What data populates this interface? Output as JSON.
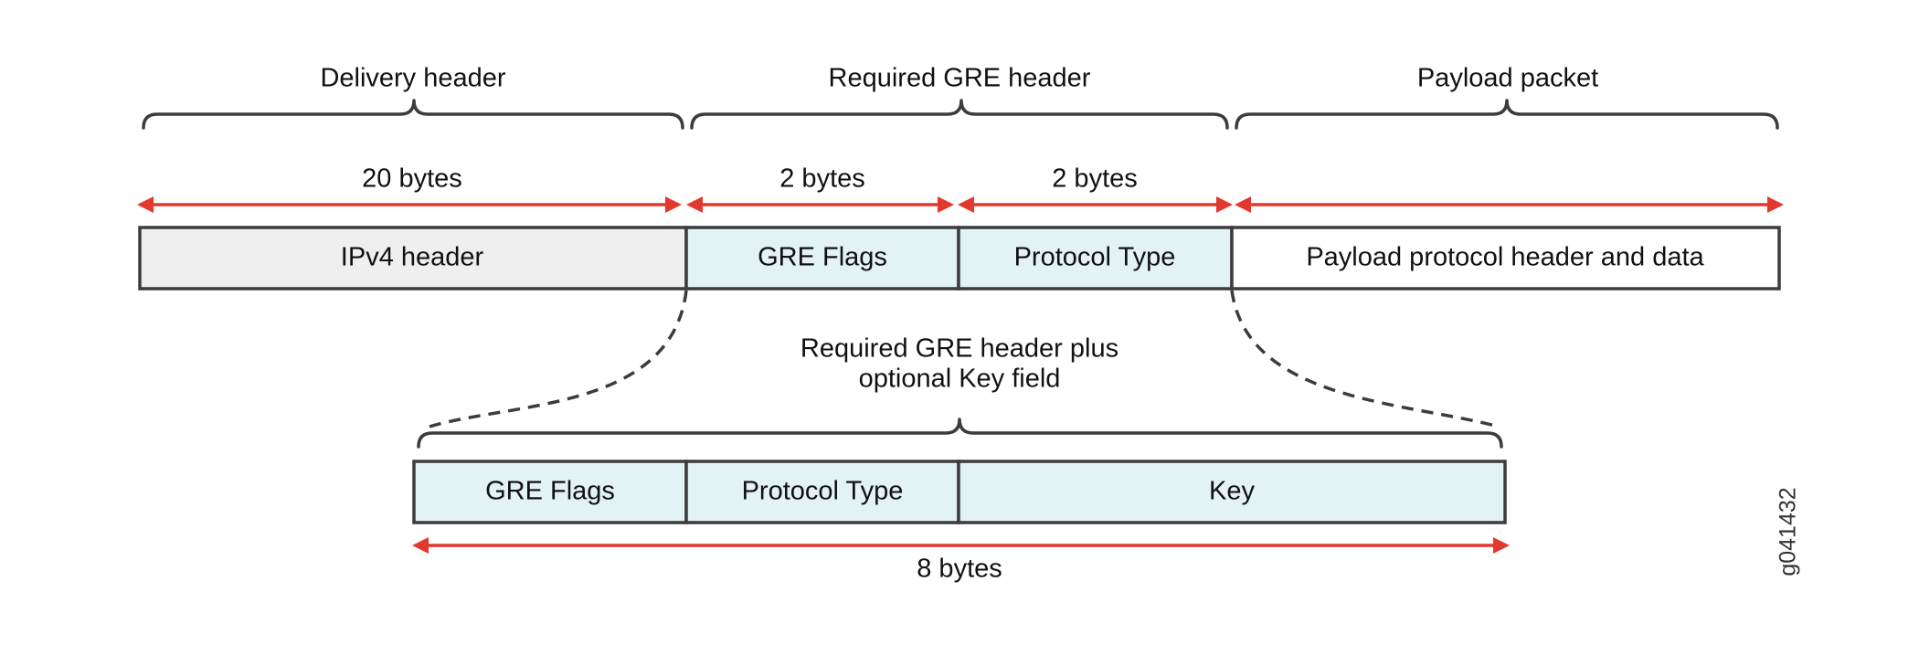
{
  "sections": {
    "delivery": "Delivery header",
    "required_gre": "Required GRE header",
    "payload": "Payload packet"
  },
  "sizes": {
    "ipv4": "20 bytes",
    "gre_flags": "2 bytes",
    "protocol_type": "2 bytes",
    "extended_total": "8 bytes"
  },
  "top_row": {
    "ipv4": "IPv4 header",
    "gre_flags": "GRE Flags",
    "protocol_type": "Protocol Type",
    "payload": "Payload protocol header and data"
  },
  "extended": {
    "caption_line1": "Required GRE header plus",
    "caption_line2": "optional Key field",
    "gre_flags": "GRE Flags",
    "protocol_type": "Protocol Type",
    "key": "Key"
  },
  "figure_id": "g041432",
  "colors": {
    "arrow": "#e2382e",
    "stroke": "#3c3c3c",
    "ipv4_fill": "#efefef",
    "gre_fill": "#e3f2f5",
    "payload_fill": "#ffffff"
  }
}
